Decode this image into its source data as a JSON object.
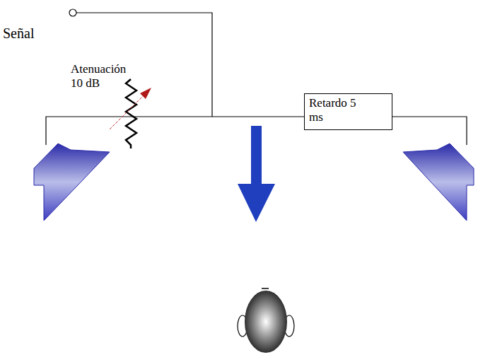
{
  "diagram": {
    "nodes": [
      {
        "text": [
          "Retardo 5 ms"
        ]
      }
    ],
    "labels": [
      "Señal",
      "Atenuación 10 dB"
    ]
  }
}
